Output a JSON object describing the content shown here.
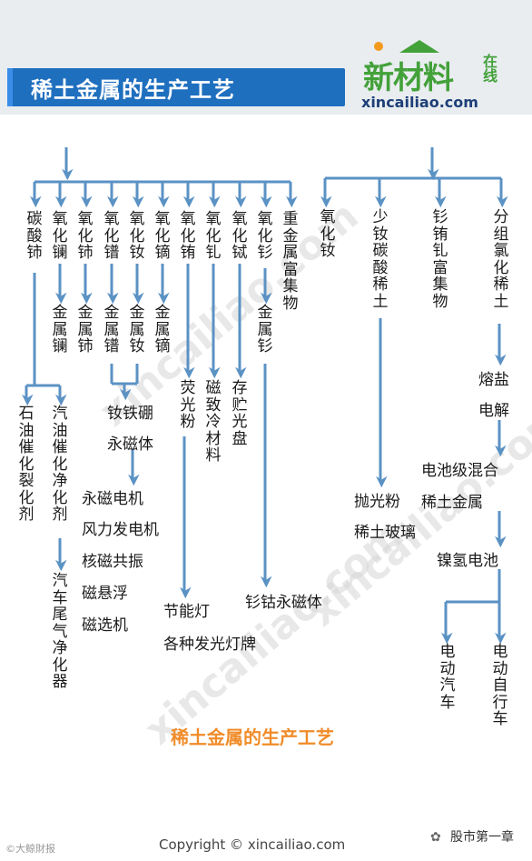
{
  "header": {
    "title": "稀土金属的生产工艺",
    "logo_main": "新材料",
    "logo_side": "在线",
    "logo_url": "xincailiao.com"
  },
  "watermarks": [
    "xincailiao.com",
    "xincailiao.com",
    "xincailiao.com"
  ],
  "footer": {
    "title": "稀土金属的生产工艺",
    "copyright": "Copyright © xincailiao.com",
    "weibo_mark": "©大鲸財报",
    "wechat_mark": "股市第一章"
  },
  "colors": {
    "arrow": "#5b92c4",
    "title_bg": "#1f6fbf",
    "logo_green": "#43a13a",
    "footer_orange": "#f08c2a"
  },
  "nodes": {
    "carbonate_ce": "碳酸铈",
    "oxide_la": "氧化镧",
    "oxide_ce": "氧化铈",
    "oxide_pr": "氧化镨",
    "oxide_nd": "氧化钕",
    "oxide_dy": "氧化镝",
    "oxide_eu": "氧化铕",
    "oxide_gd": "氧化钆",
    "oxide_tb": "氧化铽",
    "oxide_sm": "氧化钐",
    "heavy_concentrate": "重金属富集物",
    "metal_la": "金属镧",
    "metal_ce": "金属铈",
    "metal_pr": "金属镨",
    "metal_nd": "金属钕",
    "metal_dy": "金属镝",
    "metal_sm": "金属钐",
    "petro_catalyst": "石油催化裂化剂",
    "gasoline_catalyst": "汽油催化净化剂",
    "auto_exhaust": "汽车尾气净化器",
    "ndfeb": "钕铁硼",
    "permanent_magnet": "永磁体",
    "magnet_motor": "永磁电机",
    "wind_power": "风力发电机",
    "nmr": "核磁共振",
    "maglev": "磁悬浮",
    "magnetic_sep": "磁选机",
    "phosphor": "荧光粉",
    "magnetostrictive": "磁致冷材料",
    "storage_disk": "存贮光盘",
    "energy_lamp": "节能灯",
    "light_signs": "各种发光灯牌",
    "smco_magnet": "钐钴永磁体",
    "oxide_nd2": "氧化钕",
    "little_nd_carbonate": "少钕碳酸稀土",
    "sm_eu_gd_concentrate": "钐铕钆富集物",
    "fraction_chloride": "分组氯化稀土",
    "polish_powder": "抛光粉",
    "re_glass": "稀土玻璃",
    "molten_salt": "熔盐",
    "electrolysis": "电解",
    "battery_grade": "电池级混合",
    "re_metal": "稀土金属",
    "nimh_battery": "镍氢电池",
    "ev_car": "电动汽车",
    "ev_bike": "电动自行车"
  }
}
